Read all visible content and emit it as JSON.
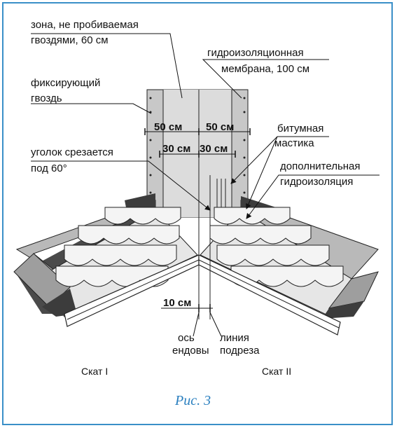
{
  "labels": {
    "zone_line1": "зона, не пробиваемая",
    "zone_line2": "гвоздями, 60 см",
    "membrane_line1": "гидроизоляционная",
    "membrane_line2": "мембрана, 100 см",
    "nail_line1": "фиксирующий",
    "nail_line2": "гвоздь",
    "corner_line1": "уголок срезается",
    "corner_line2": "под 60°",
    "mastic_line1": "битумная",
    "mastic_line2": "мастика",
    "extra_line1": "дополнительная",
    "extra_line2": "гидроизоляция",
    "axis_line1": "ось",
    "axis_line2": "ендовы",
    "cut_line1": "линия",
    "cut_line2": "подреза",
    "slope1": "Скат I",
    "slope2": "Скат II"
  },
  "dimensions": {
    "left50": "50 см",
    "right50": "50 см",
    "left30": "30 см",
    "right30": "30 см",
    "ten": "10 см"
  },
  "caption": "Рис. 3",
  "colors": {
    "frame": "#3a8fc8",
    "caption": "#2a7fbf",
    "membrane": "#c8c8c8",
    "dark_band": "#3c3c3c"
  }
}
